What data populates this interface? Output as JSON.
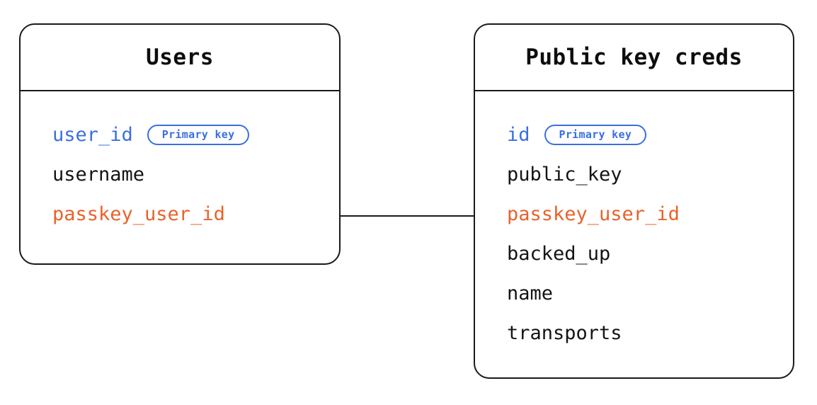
{
  "diagram": {
    "type": "entity-relationship",
    "background_color": "#ffffff",
    "colors": {
      "primary_key": "#3b6fe0",
      "foreign_key": "#e8622c",
      "text": "#141414",
      "border": "#1a1a1a"
    },
    "entities": [
      {
        "id": "users",
        "title": "Users",
        "fields": [
          {
            "name": "user_id",
            "role": "primary_key",
            "badge": "Primary key"
          },
          {
            "name": "username",
            "role": "plain",
            "badge": null
          },
          {
            "name": "passkey_user_id",
            "role": "foreign_key",
            "badge": null
          }
        ]
      },
      {
        "id": "public_key_creds",
        "title": "Public key creds",
        "fields": [
          {
            "name": "id",
            "role": "primary_key",
            "badge": "Primary key"
          },
          {
            "name": "public_key",
            "role": "plain",
            "badge": null
          },
          {
            "name": "passkey_user_id",
            "role": "foreign_key",
            "badge": null
          },
          {
            "name": "backed_up",
            "role": "plain",
            "badge": null
          },
          {
            "name": "name",
            "role": "plain",
            "badge": null
          },
          {
            "name": "transports",
            "role": "plain",
            "badge": null
          }
        ]
      }
    ],
    "relationships": [
      {
        "from": "users.passkey_user_id",
        "to": "public_key_creds.passkey_user_id",
        "style": "solid-line"
      }
    ]
  }
}
